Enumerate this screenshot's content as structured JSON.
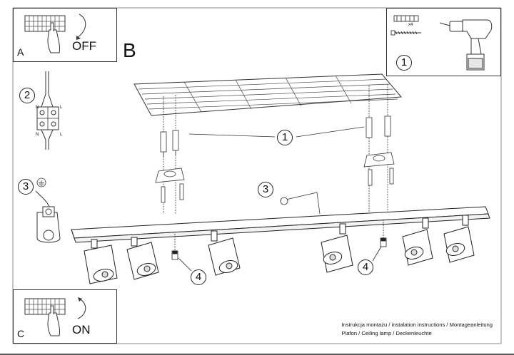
{
  "panels": {
    "a": {
      "letter": "A",
      "word": "OFF"
    },
    "b": {
      "letter": "B"
    },
    "c": {
      "letter": "C",
      "word": "ON"
    }
  },
  "steps": {
    "one": "1",
    "two": "2",
    "three": "3",
    "four": "4",
    "n_label": "N",
    "l_label": "L"
  },
  "drill_panel": {
    "multiplier": "x4"
  },
  "footer": {
    "line1": "Instrukcja montażu / instalation instructions / Montageanleitung",
    "line2": "Plafon / Ceiling lamp / Deckenleuchte"
  }
}
